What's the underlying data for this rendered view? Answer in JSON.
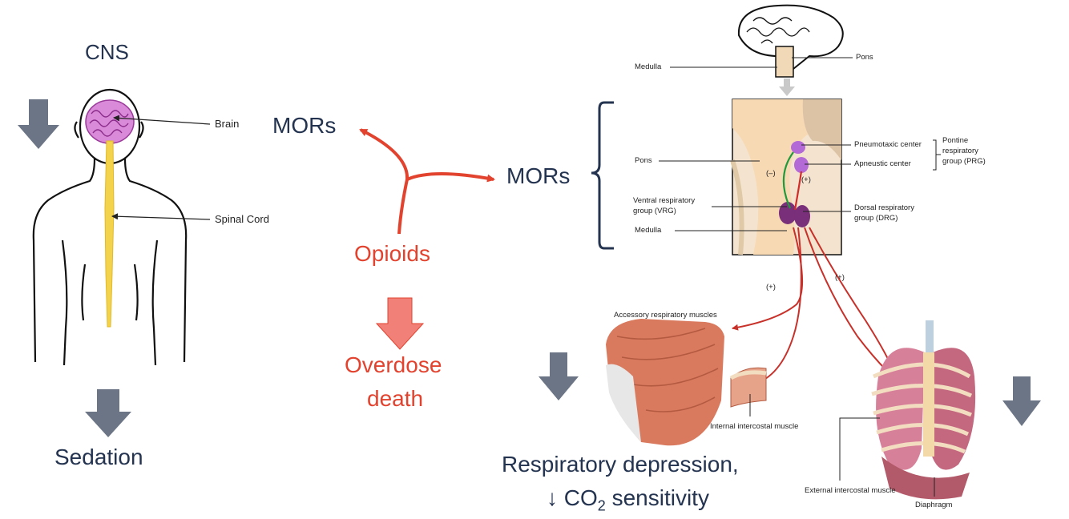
{
  "left": {
    "cns_label": "CNS",
    "brain_label": "Brain",
    "spinal_label": "Spinal Cord",
    "outcome_label": "Sedation"
  },
  "center": {
    "mors_left_label": "MORs",
    "opioids_label": "Opioids",
    "overdose_line1": "Overdose",
    "overdose_line2": "death",
    "mors_right_label": "MORs"
  },
  "right": {
    "medulla_top": "Medulla",
    "pons_top": "Pons",
    "pons_mid": "Pons",
    "pneumotaxic": "Pneumotaxic center",
    "apneustic": "Apneustic center",
    "prg_line1": "Pontine",
    "prg_line2": "respiratory",
    "prg_line3": "group (PRG)",
    "vrg_line1": "Ventral respiratory",
    "vrg_line2": "group (VRG)",
    "drg_line1": "Dorsal respiratory",
    "drg_line2": "group (DRG)",
    "medulla_mid": "Medulla",
    "minus_sign": "(–)",
    "plus_sign_upper": "(+)",
    "plus_left": "(+)",
    "plus_right": "(+)",
    "accessory": "Accessory respiratory muscles",
    "internal_intercostal": "Internal intercostal muscle",
    "external_intercostal": "External intercostal muscle",
    "diaphragm": "Diaphragm"
  },
  "outcome": {
    "line1": "Respiratory depression,",
    "line2_prefix": "↓ CO",
    "line2_sub": "2",
    "line2_suffix": " sensitivity"
  },
  "colors": {
    "navy_text": "#243450",
    "red_text": "#e2432f",
    "gray_arrow": "#6b7585",
    "pink_arrow": "#f08078",
    "spine_yellow": "#f3d34b",
    "brain_pink": "#d07ad0",
    "muscle": "#d97a5f",
    "lung": "#c46880"
  }
}
